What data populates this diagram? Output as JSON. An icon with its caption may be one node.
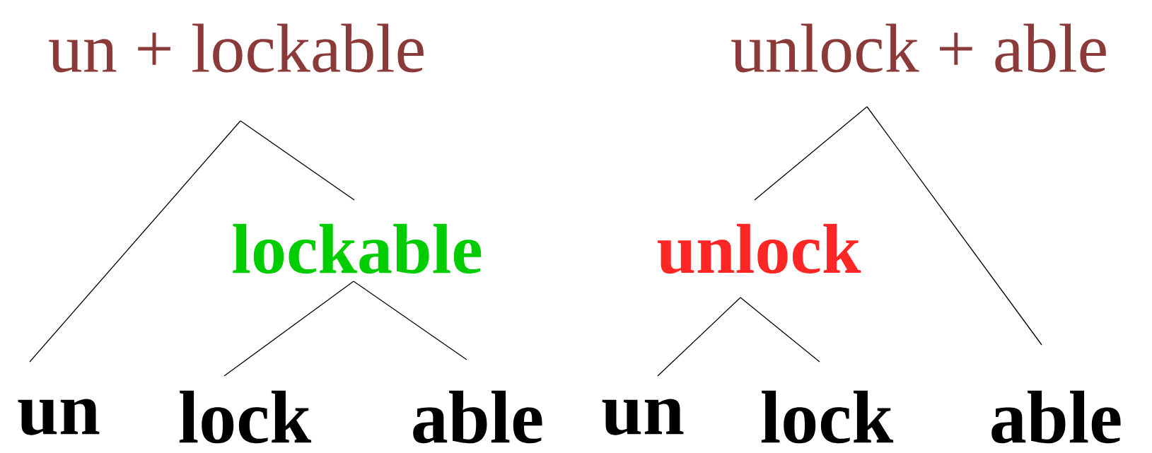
{
  "diagram": {
    "nodes": [
      {
        "text": [
          "un + lockable"
        ]
      },
      {
        "text": [
          "lockable"
        ]
      },
      {
        "text": [
          "un"
        ]
      },
      {
        "text": [
          "lock"
        ]
      },
      {
        "text": [
          "able"
        ]
      },
      {
        "text": [
          "unlock + able"
        ]
      },
      {
        "text": [
          "unlock"
        ]
      },
      {
        "text": [
          "un"
        ]
      },
      {
        "text": [
          "lock"
        ]
      },
      {
        "text": [
          "able"
        ]
      }
    ],
    "edges": [
      {
        "from": 0,
        "to": 2,
        "arrow": "none"
      },
      {
        "from": 0,
        "to": 1,
        "arrow": "none"
      },
      {
        "from": 1,
        "to": 3,
        "arrow": "none"
      },
      {
        "from": 1,
        "to": 4,
        "arrow": "none"
      },
      {
        "from": 5,
        "to": 6,
        "arrow": "none"
      },
      {
        "from": 5,
        "to": 9,
        "arrow": "none"
      },
      {
        "from": 6,
        "to": 7,
        "arrow": "none"
      },
      {
        "from": 6,
        "to": 8,
        "arrow": "none"
      }
    ]
  }
}
